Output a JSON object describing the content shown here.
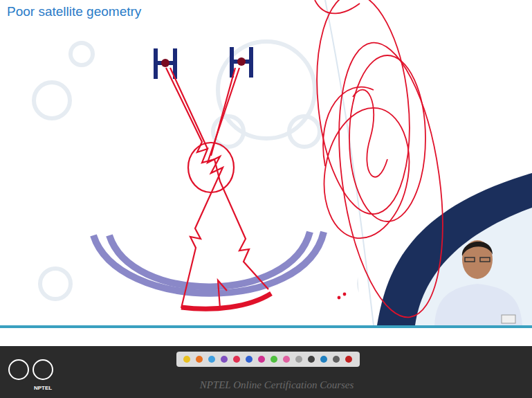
{
  "diagram": {
    "title": "Poor satellite geometry",
    "labels": [
      "NPTEL Online Certification Courses",
      "NPTEL"
    ]
  }
}
